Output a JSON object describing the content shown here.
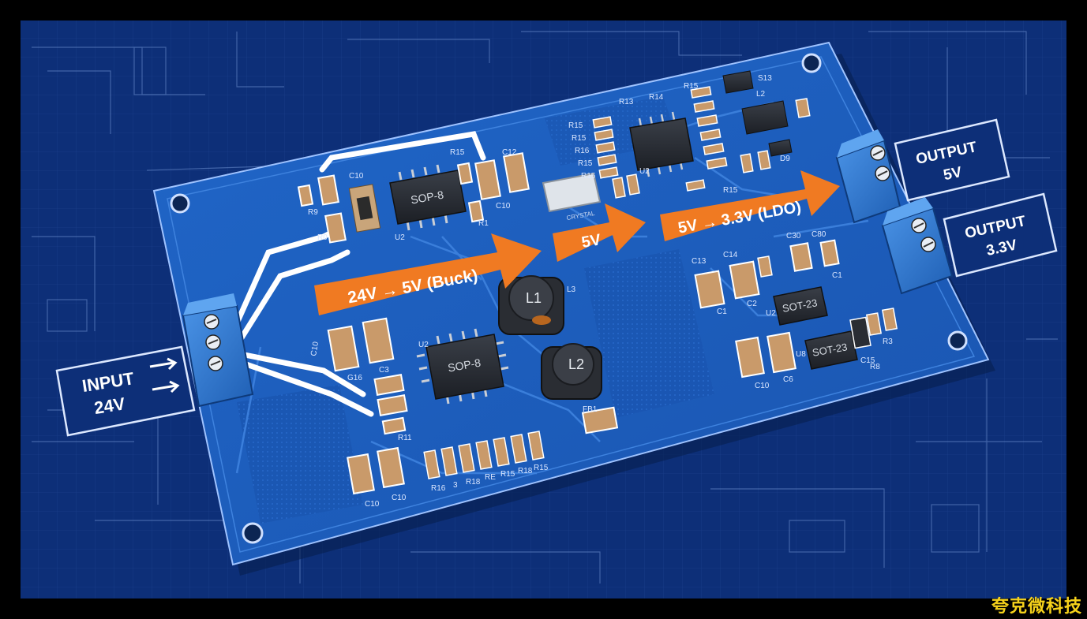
{
  "labels": {
    "input": [
      "INPUT",
      "24V"
    ],
    "output_5v": [
      "OUTPUT",
      "5V"
    ],
    "output_33v": [
      "OUTPUT",
      "3.3V"
    ]
  },
  "flow_arrows": {
    "buck": "24V → 5V (Buck)",
    "mid": "5V",
    "ldo": "5V → 3.3V (LDO)"
  },
  "chips": {
    "buck_top": "SOP-8",
    "buck_bottom": "SOP-8",
    "ldo_top": "SOT-23",
    "ldo_bottom": "SOT-23"
  },
  "inductors": {
    "l1": "L1",
    "l2": "L2"
  },
  "crystal": "CRYSTAL",
  "designators": {
    "r15_list": [
      "R15",
      "R15",
      "R16",
      "R15",
      "R15"
    ],
    "bottom_row": [
      "R16",
      "3",
      "R18",
      "RE",
      "R15",
      "R18",
      "R15"
    ],
    "cap_left": [
      "C10",
      "C10"
    ],
    "cap_right": [
      "C10",
      "C15"
    ],
    "misc": {
      "c10_top": "C10",
      "c12": "C12",
      "r15_top": "R15",
      "r1": "R1",
      "c10_b": "C10",
      "u2_a": "U2",
      "u2_b": "U2",
      "u2_c": "U2",
      "u2_d": "U2",
      "u8": "U8",
      "r13": "R13",
      "r14": "R14",
      "r15_r": "R15",
      "r16_r": "R15",
      "s13": "S13",
      "l2_small": "L2",
      "d9": "D9",
      "c13": "C13",
      "c14": "C14",
      "c2": "C2",
      "c1": "C1",
      "c1b": "C1",
      "r11": "R11",
      "c6": "C6",
      "r8": "R8",
      "r3": "R3",
      "fb1": "FB1",
      "c3": "C3",
      "g16": "G16",
      "c10_l": "C10",
      "r0": "R0",
      "r9": "R9",
      "c30": "C30",
      "c80": "C80",
      "l3": "L3"
    }
  },
  "colors": {
    "background": "#0b2a6e",
    "board": "#1c5fc0",
    "board_edge": "#9fc3ff",
    "arrow": "#f07a22",
    "connector": "#2e7fd6",
    "watermark": "#f6d21b"
  },
  "watermark": "夸克微科技"
}
